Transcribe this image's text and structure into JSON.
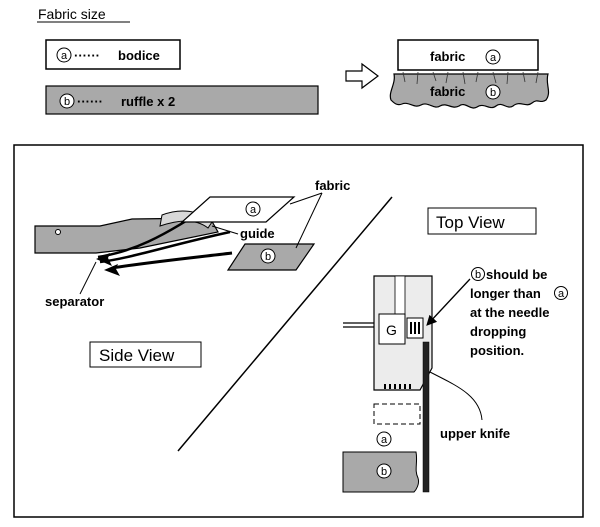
{
  "title": "Fabric size",
  "markers": {
    "a": "a",
    "b": "b"
  },
  "size_legend": {
    "bodice": "bodice",
    "ruffle": "ruffle x 2",
    "dots": "······"
  },
  "result": {
    "fabric_a": "fabric",
    "fabric_b": "fabric"
  },
  "side_view": {
    "title": "Side View",
    "fabric_label": "fabric",
    "guide_label": "guide",
    "separator_label": "separator"
  },
  "top_view": {
    "title": "Top View",
    "note_line1": "should be",
    "note_line2": "longer than",
    "note_line3": "at the needle",
    "note_line4": "dropping",
    "note_line5": "position.",
    "knife_label": "upper knife",
    "foot_letter": "G"
  },
  "colors": {
    "gray": "#a9a9a9",
    "dark": "#222222",
    "line": "#000000"
  }
}
